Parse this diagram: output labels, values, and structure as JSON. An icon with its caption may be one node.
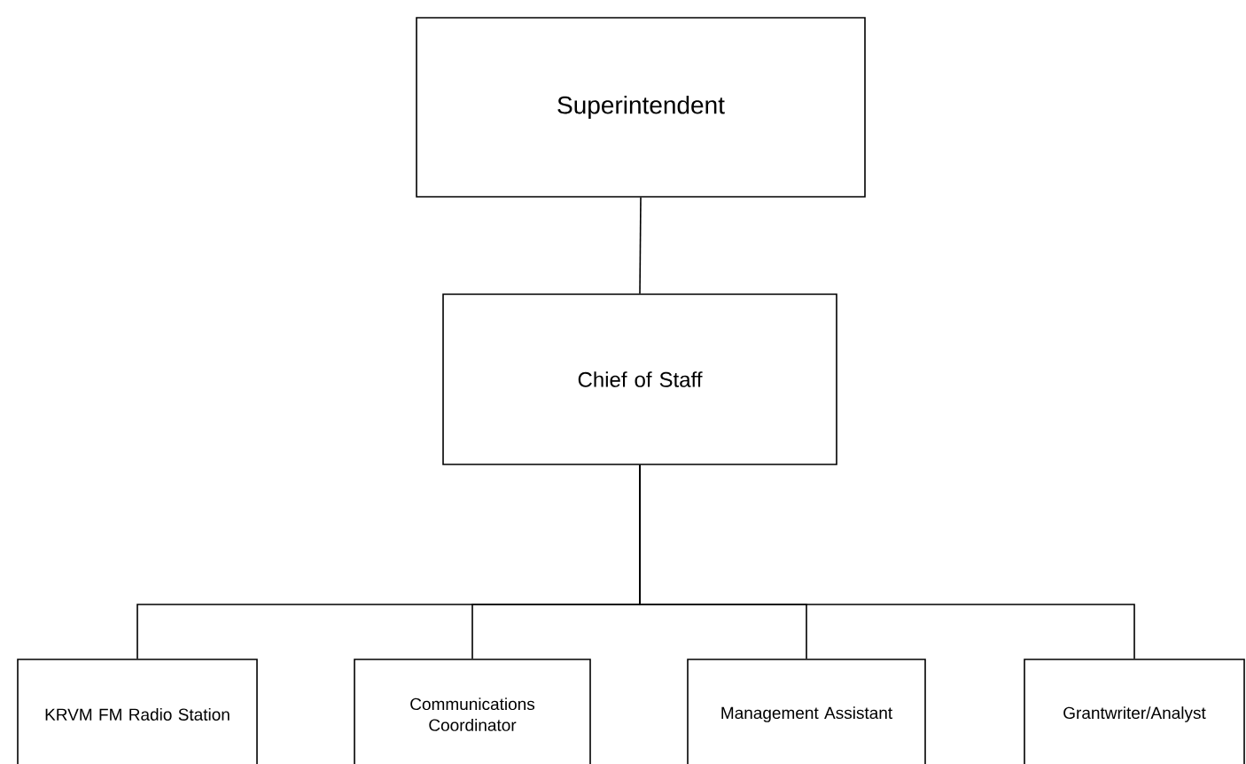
{
  "diagram": {
    "nodes": [
      {
        "text": [
          "Superintendent"
        ]
      },
      {
        "text": [
          "Chief of Staff"
        ]
      },
      {
        "text": [
          "KRVM FM Radio Station"
        ]
      },
      {
        "text": [
          "Communications Coordinator"
        ]
      },
      {
        "text": [
          "Management Assistant"
        ]
      },
      {
        "text": [
          "Grantwriter/Analyst"
        ]
      }
    ],
    "edges": [
      {
        "from": 0,
        "to": 1,
        "arrow": "none"
      },
      {
        "from": 1,
        "to": 2,
        "arrow": "none"
      },
      {
        "from": 1,
        "to": 3,
        "arrow": "none"
      },
      {
        "from": 1,
        "to": 4,
        "arrow": "none"
      },
      {
        "from": 1,
        "to": 5,
        "arrow": "none"
      }
    ]
  }
}
